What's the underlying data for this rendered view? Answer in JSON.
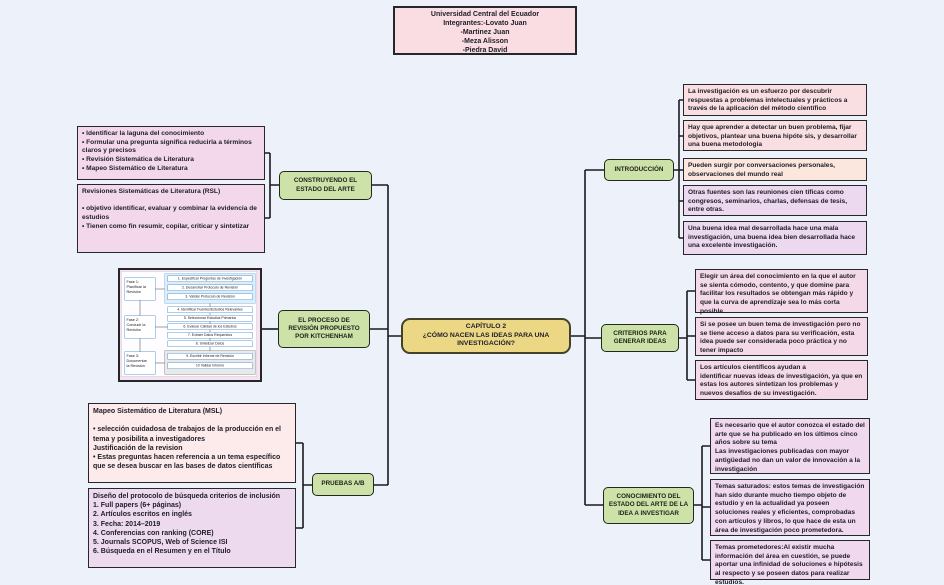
{
  "note": "Universidad Central del Ecuador\nIntegrantes:-Lovato Juan\n-Martinez Juan\n-Meza Alisson\n-Piedra David",
  "root": "CAPÍTULO 2\n¿CÓMO NACEN LAS IDEAS PARA UNA INVESTIGACIÓN?",
  "left": {
    "estado_arte": {
      "label": "CONSTRUYENDO EL\nESTADO DEL ARTE",
      "nota_claves": "• Identificar la laguna del conocimiento\n• Formular una pregunta significa reducirla a términos claros y precisos\n• Revisión Sistemática de Literatura\n• Mapeo Sistemático de Literatura",
      "nota_rsl": "Revisiones Sistemáticas de Literatura (RSL)\n\n• objetivo identificar, evaluar y combinar la evidencia de estudios\n• Tienen como fin resumir, copilar, criticar y sintetizar"
    },
    "kitchenham": {
      "label": "EL PROCESO DE\nREVISIÓN PROPUESTO\nPOR KITCHENHAM",
      "phases": [
        "Fase 1:\nPlanificar la\nRevisión",
        "Fase 2:\nConducir la\nRevisión",
        "Fase 3:\nDocumentar\nla Revisión"
      ],
      "steps": [
        "1.  Especificar Preguntas de Investigación",
        "2.  Desarrollar Protocolo de Revisión",
        "3.  Validar Protocolo de Revisión",
        "4.  Identificar Fuentes/Estudios Relevantes",
        "5.  Seleccionar Estudios Primarios",
        "6.  Evaluar Calidad de los Estudios",
        "7.  Extraer Datos Requeridos",
        "8.  Sintetizar Datos",
        "9.  Escribir Informe de Revisión",
        "10 Validar Informe"
      ]
    },
    "pruebas": {
      "label": "PRUEBAS A/B",
      "nota_msl": "Mapeo Sistemático de Literatura (MSL)\n\n• selección cuidadosa de trabajos de la producción en el tema y posibilita a investigadores\nJustificación de la revision\n• Estas preguntas hacen referencia a un tema específico que se desea buscar en las bases de datos científicas",
      "nota_protocolo": "Diseño del protocolo de búsqueda criterios de inclusión\n1. Full papers (6+ páginas)\n2. Artículos escritos en inglés\n3. Fecha: 2014–2019\n4. Conferencias con ranking (CORE)\n5. Journals SCOPUS, Web of Science ISI\n6. Búsqueda en el Resumen y en el Título"
    }
  },
  "right": {
    "introduccion": {
      "label": "INTRODUCCIÓN",
      "notes": [
        "La investigación es un esfuerzo por descubrir respuestas a problemas intelectuales y prácticos a través de la  aplicación del método científico",
        "Hay que aprender a detectar un buen problema, fijar objetivos, plantear una buena hipóte sis, y desarrollar una buena metodología",
        "Pueden surgir por conversaciones personales, observaciones del mundo real",
        "Otras fuentes son las reuniones cien tíficas como congresos, seminarios, charlas, defensas de tesis,  entre otras.",
        "Una buena idea mal desarrollada hace una mala investigación,  una buena idea bien desarrollada hace una excelente investigación."
      ]
    },
    "criterios": {
      "label": "CRITERIOS PARA\nGENERAR IDEAS",
      "notes": [
        "Elegir un área del conocimiento en la que el autor se sienta cómodo, contento, y que domine para facilitar los resultados se obtengan más rápido y que la curva de  aprendizaje sea lo más corta posible.",
        "Si se posee un buen tema de investigación pero no se tiene  acceso a datos para su verificación, esta idea puede ser  considerada poco práctica y no tener impacto",
        "Los artículos científicos ayudan a\nidentificar nuevas ideas de investigación, ya que en estas los autores sintetizan los problemas y nuevos desafíos de su investigación."
      ]
    },
    "conocimiento": {
      "label": "CONOCIMIENTO DEL\nESTADO DEL ARTE DE LA\nIDEA A INVESTIGAR",
      "notes": [
        "Es necesario que el autor conozca el estado del arte  que se ha publicado en los últimos cinco años sobre su tema\nLas investigaciones publicadas con mayor antigüedad no dan un valor de innovación a la investigación",
        "Temas saturados: estos temas de investigación han sido durante mucho tiempo objeto de estudio y en la actualidad ya poseen soluciones reales  y eficientes, comprobadas con artículos y libros, lo que  hace de esta un área de investigación poco prometedora.",
        "Temas prometedores:Al existir  mucha información del área en cuestión, se puede aportar una infinidad de soluciones e hipótesis al respecto y se poseen datos para realizar estudios."
      ]
    }
  },
  "colors": {
    "background": "#edf1f9",
    "root_fill": "#ecd884",
    "branch_fill": "#cde2a8",
    "note_pink": "#f9dfe1",
    "note_lilac": "#f3d8ec",
    "note_purple": "#ecd8ef",
    "wire": "#1a1a1f"
  }
}
